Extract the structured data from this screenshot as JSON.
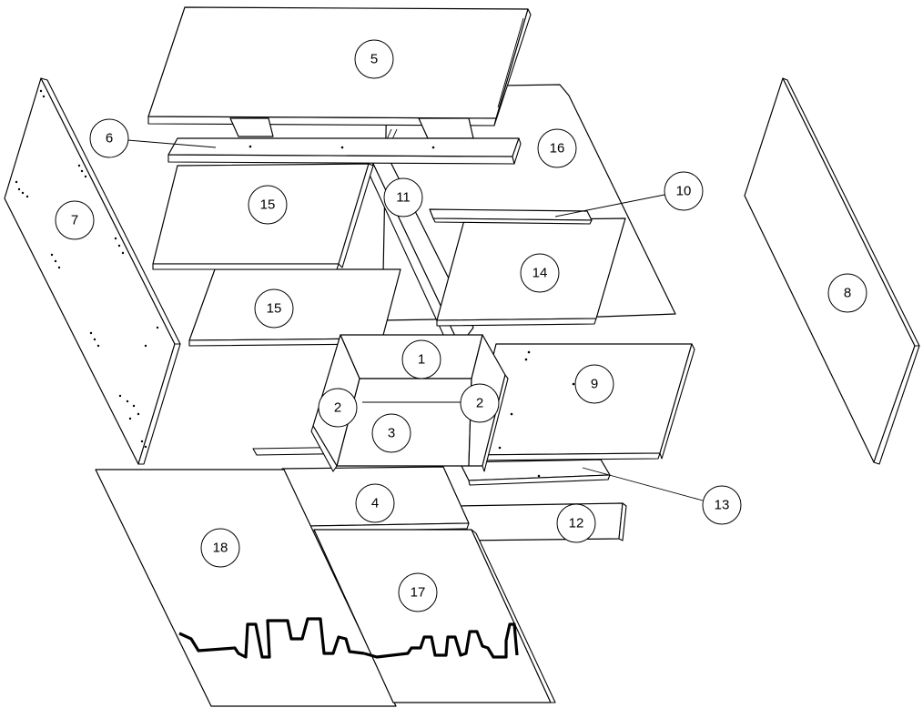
{
  "colors": {
    "line": "#000000",
    "background": "#ffffff"
  },
  "callouts": [
    {
      "id": "p1",
      "label": "1"
    },
    {
      "id": "p2a",
      "label": "2"
    },
    {
      "id": "p2b",
      "label": "2"
    },
    {
      "id": "p3",
      "label": "3"
    },
    {
      "id": "p4",
      "label": "4"
    },
    {
      "id": "p5",
      "label": "5"
    },
    {
      "id": "p6",
      "label": "6"
    },
    {
      "id": "p7",
      "label": "7"
    },
    {
      "id": "p8",
      "label": "8"
    },
    {
      "id": "p9",
      "label": "9"
    },
    {
      "id": "p10",
      "label": "10"
    },
    {
      "id": "p11",
      "label": "11"
    },
    {
      "id": "p12",
      "label": "12"
    },
    {
      "id": "p13",
      "label": "13"
    },
    {
      "id": "p14",
      "label": "14"
    },
    {
      "id": "p15a",
      "label": "15"
    },
    {
      "id": "p15b",
      "label": "15"
    },
    {
      "id": "p16",
      "label": "16"
    },
    {
      "id": "p17",
      "label": "17"
    },
    {
      "id": "p18",
      "label": "18"
    }
  ]
}
